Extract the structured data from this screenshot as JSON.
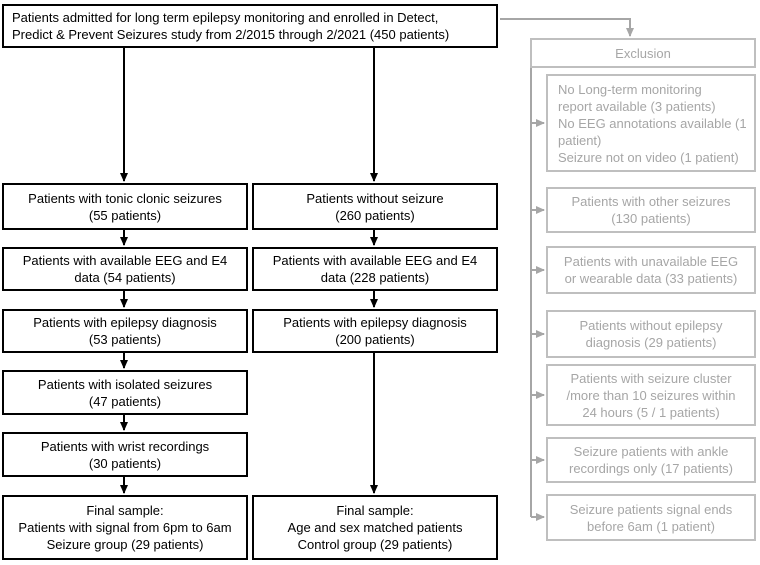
{
  "colors": {
    "main_line": "#000000",
    "exclusion_line": "#a6a6a6",
    "exclusion_border": "#bfbfbf"
  },
  "top_box": {
    "text": "Patients admitted for long term epilepsy monitoring and enrolled in Detect,\nPredict & Prevent Seizures study from 2/2015 through 2/2021 (450 patients)"
  },
  "seizure_column": [
    "Patients with tonic clonic seizures\n(55 patients)",
    "Patients with available EEG and E4\ndata (54 patients)",
    "Patients with epilepsy diagnosis\n(53 patients)",
    "Patients with isolated seizures\n(47 patients)",
    "Patients with wrist recordings\n(30 patients)",
    "Final sample:\nPatients with signal from 6pm to 6am\nSeizure group (29 patients)"
  ],
  "control_column": [
    "Patients without seizure\n(260 patients)",
    "Patients with available EEG and E4\ndata (228 patients)",
    "Patients with epilepsy diagnosis\n(200 patients)",
    "Final sample:\nAge and sex matched patients\nControl group (29 patients)"
  ],
  "exclusion": {
    "title": "Exclusion",
    "items": [
      "No Long-term monitoring\nreport available (3 patients)\nNo EEG annotations available (1\npatient)\nSeizure not on video (1 patient)",
      "Patients with other seizures\n(130 patients)",
      "Patients with unavailable EEG\nor wearable data (33 patients)",
      "Patients without epilepsy\ndiagnosis (29 patients)",
      "Patients with seizure cluster\n/more than 10 seizures within\n24 hours (5 / 1 patients)",
      "Seizure patients with ankle\nrecordings only (17 patients)",
      "Seizure patients signal ends\nbefore 6am (1 patient)"
    ]
  }
}
